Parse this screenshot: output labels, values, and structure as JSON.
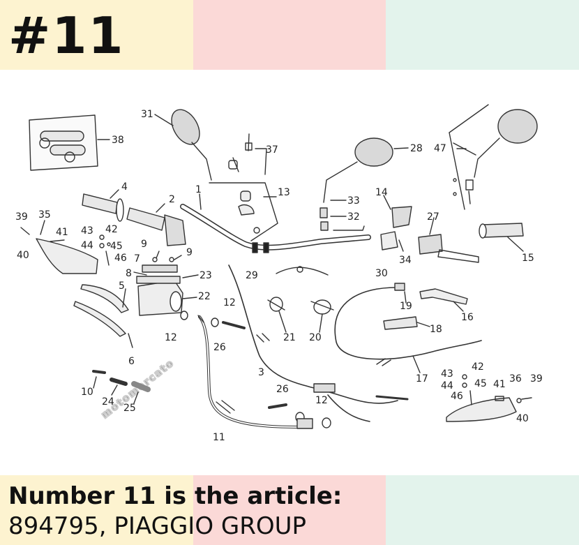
{
  "header": {
    "part_number": "#11"
  },
  "caption": {
    "line1": "Number 11 is the article:",
    "line2": "894795, PIAGGIO GROUP"
  },
  "watermark": {
    "text": "motomercato"
  },
  "diagram": {
    "callouts": [
      "1",
      "2",
      "3",
      "4",
      "5",
      "6",
      "7",
      "8",
      "9",
      "9",
      "10",
      "11",
      "12",
      "12",
      "12",
      "13",
      "14",
      "15",
      "16",
      "17",
      "18",
      "19",
      "20",
      "21",
      "22",
      "23",
      "24",
      "25",
      "26",
      "26",
      "27",
      "28",
      "29",
      "30",
      "31",
      "32",
      "33",
      "34",
      "35",
      "36",
      "37",
      "38",
      "39",
      "39",
      "40",
      "40",
      "41",
      "41",
      "42",
      "42",
      "43",
      "43",
      "44",
      "44",
      "45",
      "45",
      "46",
      "46",
      "47"
    ]
  }
}
